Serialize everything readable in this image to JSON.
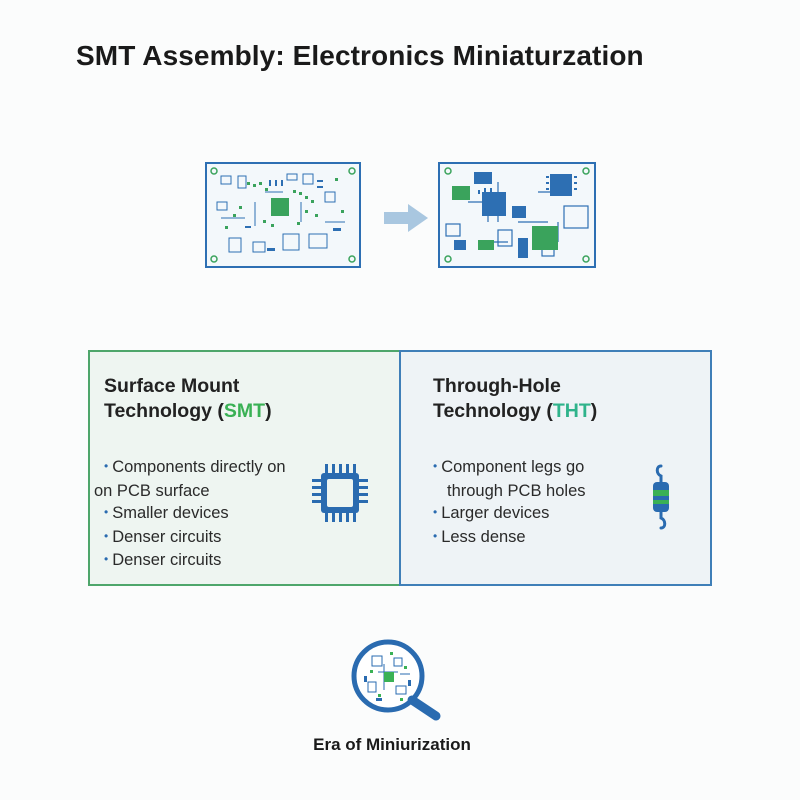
{
  "title": "SMT Assembly: Electronics Miniaturzation",
  "colors": {
    "smt_green": "#4ea66b",
    "tht_blue": "#3f7fb8",
    "bullet": "#2a6bb0",
    "acronym_green": "#3ab155",
    "acronym_teal": "#2fb38b"
  },
  "boards": {
    "left_icon": "dense-pcb-icon",
    "arrow_icon": "arrow-right-icon",
    "right_icon": "component-pcb-icon"
  },
  "smt": {
    "heading_line1": "Surface Mount",
    "heading_line2_prefix": "Technology (",
    "acronym": "SMT",
    "heading_line2_suffix": ")",
    "bullets": [
      "Components directly on",
      "on PCB surface",
      "Smaller devices",
      "Denser circuits",
      "Denser circuits"
    ],
    "icon": "microchip-icon"
  },
  "tht": {
    "heading_line1": "Through-Hole",
    "heading_line2_prefix": "Technology (",
    "acronym": "THT",
    "heading_line2_suffix": ")",
    "bullets": [
      "Component legs go",
      "through PCB holes",
      "Larger devices",
      "Less dense"
    ],
    "icon": "resistor-icon"
  },
  "footer": {
    "label": "Era of Miniurization",
    "icon": "magnifier-pcb-icon"
  }
}
